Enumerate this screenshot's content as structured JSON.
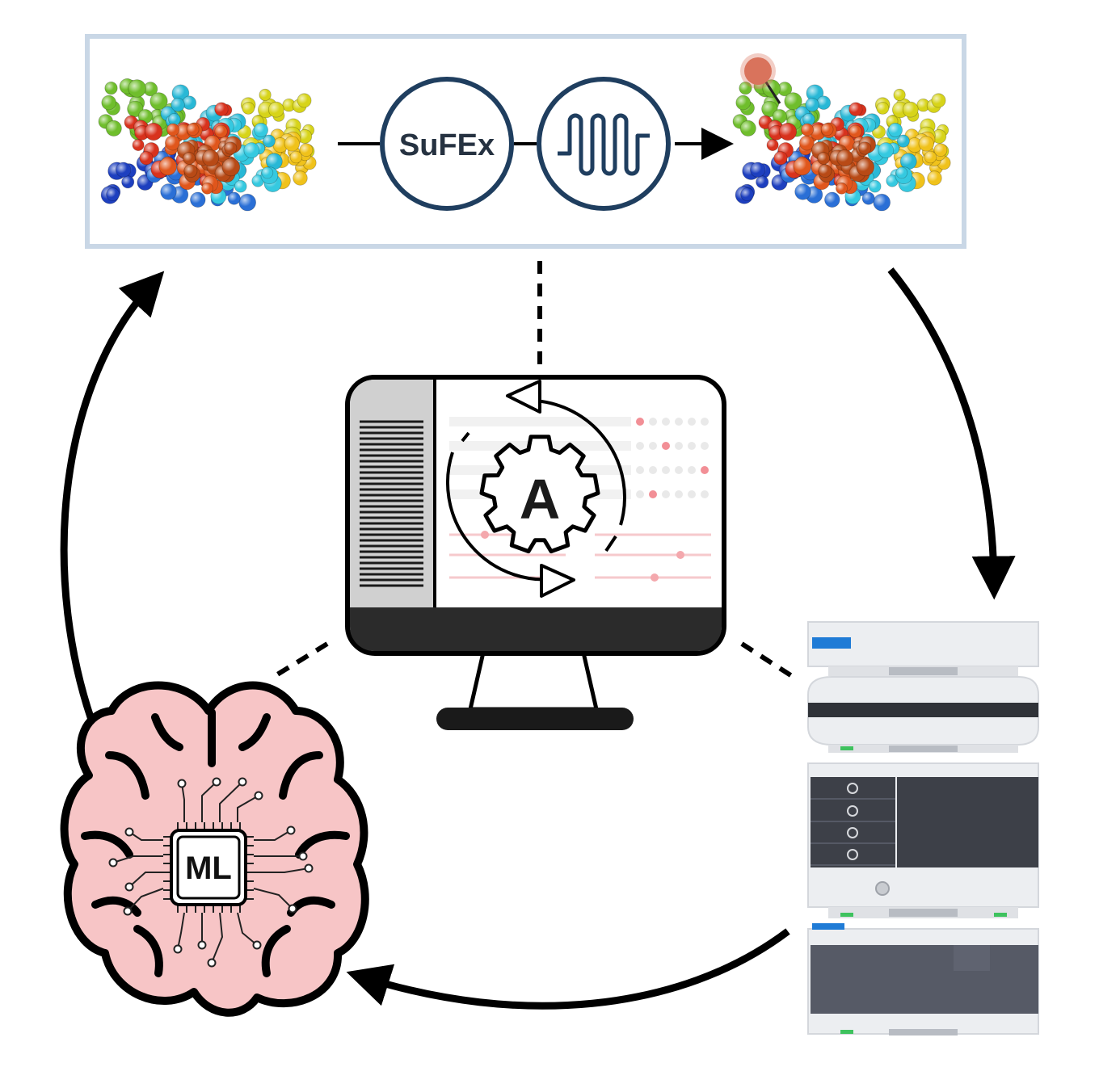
{
  "diagram": {
    "step_labels": {
      "sufex": "SuFEx",
      "automation": "A",
      "ml": "ML"
    },
    "nodes": [
      {
        "id": "protein-input",
        "kind": "protein",
        "label": ""
      },
      {
        "id": "sufex-reaction",
        "kind": "reaction",
        "label": "SuFEx"
      },
      {
        "id": "flow-reactor",
        "kind": "reactor-coil",
        "label": ""
      },
      {
        "id": "protein-labeled",
        "kind": "protein",
        "label": ""
      },
      {
        "id": "automation-software",
        "kind": "monitor",
        "label": "A"
      },
      {
        "id": "lcms-instrument",
        "kind": "instrument-stack",
        "label": ""
      },
      {
        "id": "machine-learning",
        "kind": "brain-chip",
        "label": "ML"
      }
    ],
    "cycle": [
      "protein-labeled",
      "lcms-instrument",
      "machine-learning",
      "protein-input"
    ],
    "colors": {
      "panel_border": "#c9d7e6",
      "circle_stroke": "#1f3e5f",
      "arrow": "#000000",
      "brain_fill": "#f7c5c6",
      "probe": "#d9735c",
      "instrument_dark": "#3d4048",
      "instrument_light": "#eceef1",
      "indicator_green": "#3ec25e",
      "display_blue": "#1f7bd6",
      "screen_dot": "#f28f96"
    }
  }
}
